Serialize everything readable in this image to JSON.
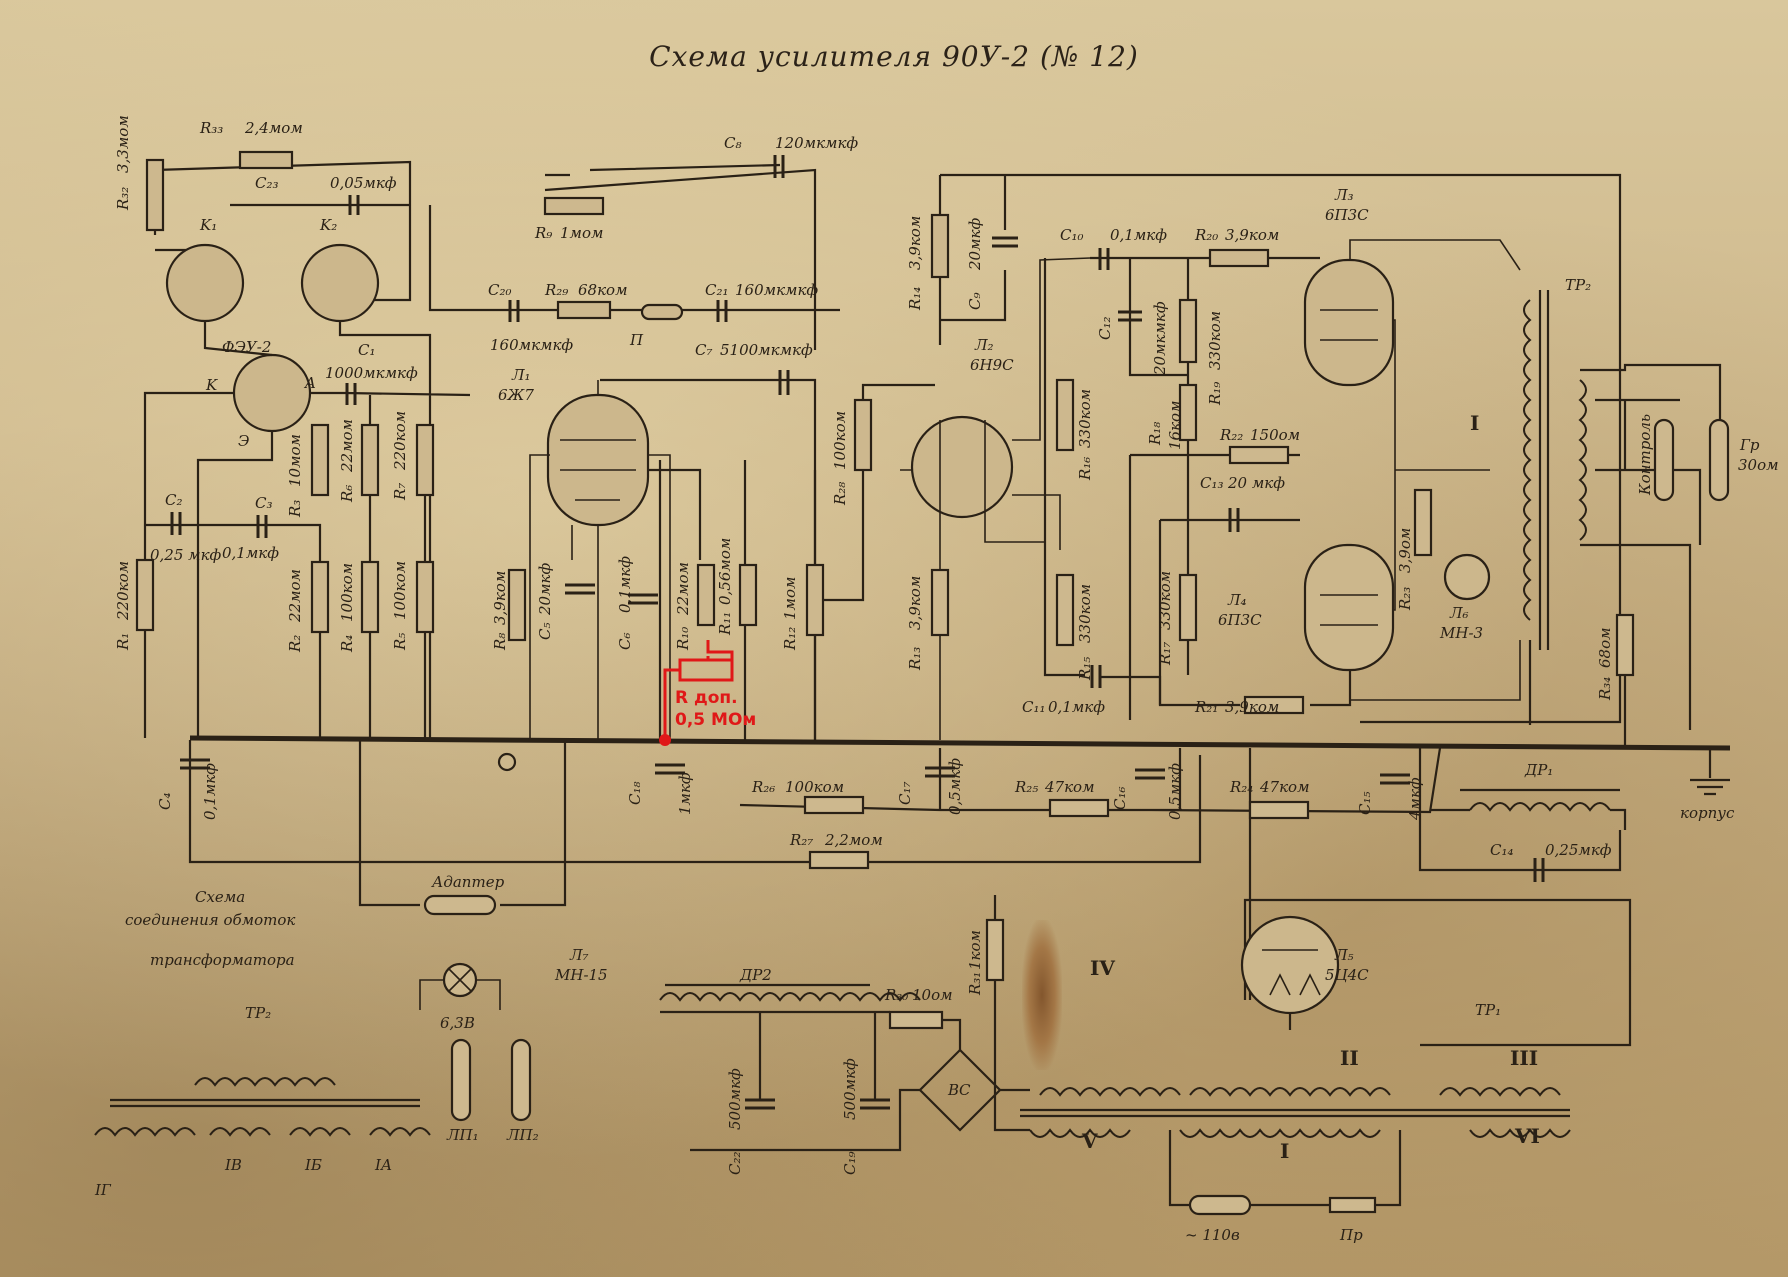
{
  "title": "Схема усилителя 90У-2 (№ 12)",
  "labels": {
    "r33": "R₃₃",
    "r33v": "2,4мом",
    "r32": "R₃₂",
    "r32v": "3,3мом",
    "c23": "C₂₃",
    "c23v": "0,05мкф",
    "c8": "C₈",
    "c8v": "120мкмкф",
    "r9": "R₉",
    "r9v": "1мом",
    "c20": "C₂₀",
    "c20v": "160мкмкф",
    "r29": "R₂₉",
    "r29v": "68ком",
    "c21": "C₂₁",
    "c21v": "160мкмкф",
    "c7": "C₇",
    "c7v": "5100мкмкф",
    "p": "П",
    "k1": "K₁",
    "k2": "K₂",
    "feu": "ФЭУ-2",
    "c1": "C₁",
    "c1v": "1000мкмкф",
    "k": "K",
    "a": "A",
    "e": "Э",
    "l1": "Л₁",
    "l1t": "6Ж7",
    "c2": "C₂",
    "c2v": "0,25 мкф",
    "c3": "C₃",
    "c3v": "0,1мкф",
    "r1": "R₁",
    "r1v": "220ком",
    "r2": "R₂",
    "r2v": "22мом",
    "r3": "R₃",
    "r3v": "10мом",
    "r4": "R₄",
    "r4v": "100ком",
    "r5": "R₅",
    "r5v": "100ком",
    "r6": "R₆",
    "r6v": "22мом",
    "r7": "R₇",
    "r7v": "220ком",
    "r8": "R₈",
    "r8v": "3,9ком",
    "c5": "C₅",
    "c5v": "20мкф",
    "c6": "C₆",
    "c6v": "0,1мкф",
    "r10": "R₁₀",
    "r10v": "22мом",
    "r11": "R₁₁",
    "r11v": "0,56мом",
    "r12": "R₁₂",
    "r12v": "1мом",
    "r28": "R₂₈",
    "r28v": "100ком",
    "r14": "R₁₄",
    "r14v": "3,9ком",
    "c9": "C₉",
    "c9v": "20мкф",
    "l2": "Л₂",
    "l2t": "6Н9С",
    "r13": "R₁₃",
    "r13v": "3,9ком",
    "c10": "C₁₀",
    "c10v": "0,1мкф",
    "r20": "R₂₀",
    "r20v": "3,9ком",
    "c12": "C₁₂",
    "c12v": "20мкмкф",
    "r19": "R₁₉",
    "r19v": "330ком",
    "r16": "R₁₆",
    "r16v": "330ком",
    "r18": "R₁₈",
    "r18v": "16ком",
    "r22": "R₂₂",
    "r22v": "150ом",
    "c13": "C₁₃",
    "c13v": "20 мкф",
    "r15": "R₁₅",
    "r15v": "330ком",
    "r17": "R₁₇",
    "r17v": "330ком",
    "c11": "C₁₁",
    "c11v": "0,1мкф",
    "r21": "R₂₁",
    "r21v": "3,9ком",
    "l3": "Л₃",
    "l3t": "6П3С",
    "l4": "Л₄",
    "l4t": "6П3С",
    "tr2": "ТР₂",
    "r23": "R₂₃",
    "r23v": "3,9ом",
    "l6": "Л₆",
    "l6t": "МН-3",
    "kontrol": "Контроль",
    "gr": "Гр",
    "grv": "30ом",
    "r34": "R₃₄",
    "r34v": "68ом",
    "c4": "C₄",
    "c4v": "0,1мкф",
    "c18": "C₁₈",
    "c18v": "1мкф",
    "r26": "R₂₆",
    "r26v": "100ком",
    "c17": "C₁₇",
    "c17v": "0,5мкф",
    "r25": "R₂₅",
    "r25v": "47ком",
    "c16": "C₁₆",
    "c16v": "0,5мкф",
    "r24": "R₂₄",
    "r24v": "47ком",
    "c15": "C₁₅",
    "c15v": "4мкф",
    "dr1": "ДР₁",
    "korpus": "корпус",
    "c14": "C₁₄",
    "c14v": "0,25мкф",
    "r27": "R₂₇",
    "r27v": "2,2мом",
    "adapter": "Адаптер",
    "scheme1": "Схема",
    "scheme2": "соединения обмоток",
    "scheme3": "трансформатора",
    "l7": "Л₇",
    "l7t": "МН-15",
    "v63": "6,3В",
    "dr2": "ДР2",
    "r30": "R₃₀",
    "r30v": "10ом",
    "r31": "R₃₁",
    "r31v": "1ком",
    "c22": "C₂₂",
    "c22v": "500мкф",
    "c19": "C₁₉",
    "c19v": "500мкф",
    "vs": "ВС",
    "lp1": "ЛП₁",
    "lp2": "ЛП₂",
    "l5": "Л₅",
    "l5t": "5Ц4С",
    "tr1": "ТР₁",
    "v110": "~ 110в",
    "pr": "Пр",
    "rom_i": "I",
    "rom_ii": "II",
    "rom_iii": "III",
    "rom_iv": "IV",
    "rom_v": "V",
    "rom_vi": "VI",
    "ia": "IА",
    "ib": "IБ",
    "iv": "IВ",
    "ig": "IГ"
  },
  "annotation": {
    "line1": "R доп.",
    "line2": "0,5 МОм"
  }
}
